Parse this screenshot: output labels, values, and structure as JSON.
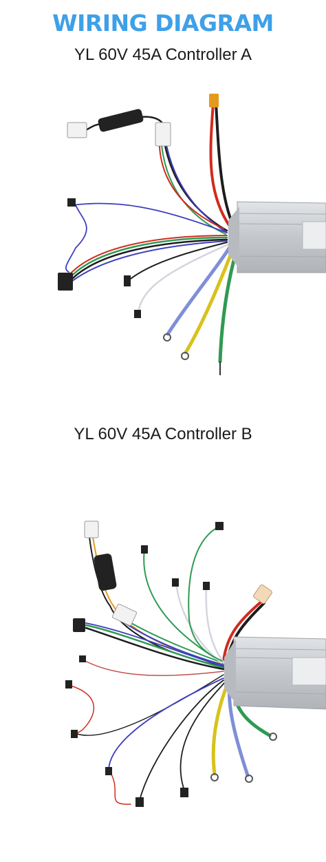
{
  "header": {
    "title": "WIRING DIAGRAM",
    "title_color": "#3ea0e8"
  },
  "sections": [
    {
      "subtitle": "YL 60V 45A Controller A"
    },
    {
      "subtitle": "YL 60V 45A Controller B"
    }
  ],
  "colors": {
    "controller_body": "#c9ccd0",
    "wire_red": "#d12b1e",
    "wire_black": "#1d1d1d",
    "wire_blue": "#7f8fd6",
    "wire_yellow": "#d8c21c",
    "wire_green": "#2f9a52",
    "wire_white": "#e6e6ee",
    "connector_white": "#f2f2f2",
    "connector_black": "#222222",
    "connector_orange": "#e39a1c"
  }
}
